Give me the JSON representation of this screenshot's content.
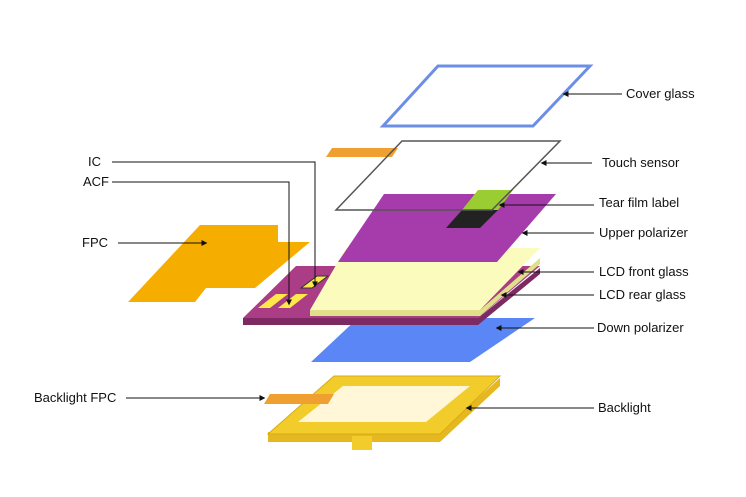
{
  "labels": {
    "cover_glass": "Cover glass",
    "touch_sensor": "Touch sensor",
    "tear_film_label": "Tear film label",
    "upper_polarizer": "Upper polarizer",
    "lcd_front_glass": "LCD front glass",
    "lcd_rear_glass": "LCD rear glass",
    "down_polarizer": "Down polarizer",
    "backlight": "Backlight",
    "ic": "IC",
    "acf": "ACF",
    "fpc": "FPC",
    "backlight_fpc": "Backlight FPC"
  },
  "colors": {
    "cover_glass_outline": "#6b8fe6",
    "touch_sensor_outline": "#555555",
    "touch_tail": "#f0a030",
    "upper_polarizer": "#a63cab",
    "tear_film_green": "#9acd32",
    "tear_film_black": "#222222",
    "lcd_front_glass": "#fbfbbd",
    "lcd_rear_glass": "#ab3c86",
    "fpc": "#f5ae00",
    "ic_pads": "#ffe94a",
    "down_polarizer": "#5a87f5",
    "backlight_frame": "#f2cc2a",
    "backlight_inner": "#fff7d8",
    "backlight_fpc": "#f0a030"
  }
}
